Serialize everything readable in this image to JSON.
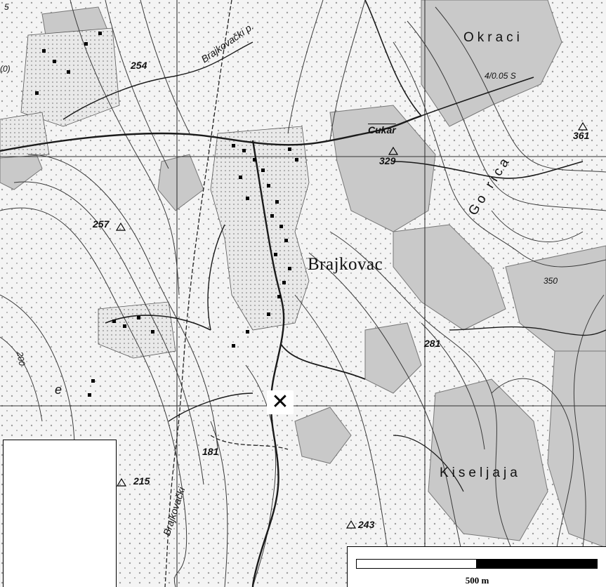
{
  "map": {
    "village_name": "Brajkovac",
    "localities": {
      "okraci": "Okraci",
      "kiseljaja": "Kiseljaja",
      "gorica": "Go rica"
    },
    "peak_name": "Cukar",
    "stream_labels": {
      "upper": "Brajkovački p.",
      "lower": "Brajkovački"
    },
    "elevations": {
      "e254": "254",
      "e257": "257",
      "e215": "215",
      "e181": "181",
      "e243": "243",
      "e281": "281",
      "e329": "329",
      "e361": "361",
      "e350": "350",
      "e200": "200"
    },
    "margin_fragments": {
      "top_left": "5",
      "left_edge": "(0)",
      "symbol_okraci": "4/0.05 S",
      "script_e": "e"
    },
    "site_marker_symbol": "✕",
    "colors": {
      "map_background": "#f4f4f4",
      "contour": "#3a3a3a",
      "road": "#1a1a1a",
      "forest_fill": "#c9c9c9",
      "grid_line": "#333333"
    }
  },
  "inset": {
    "description_icon": "serbia-outline-icon",
    "location_square_icon": "location-square-icon"
  },
  "scale_bar": {
    "label": "500 m"
  }
}
